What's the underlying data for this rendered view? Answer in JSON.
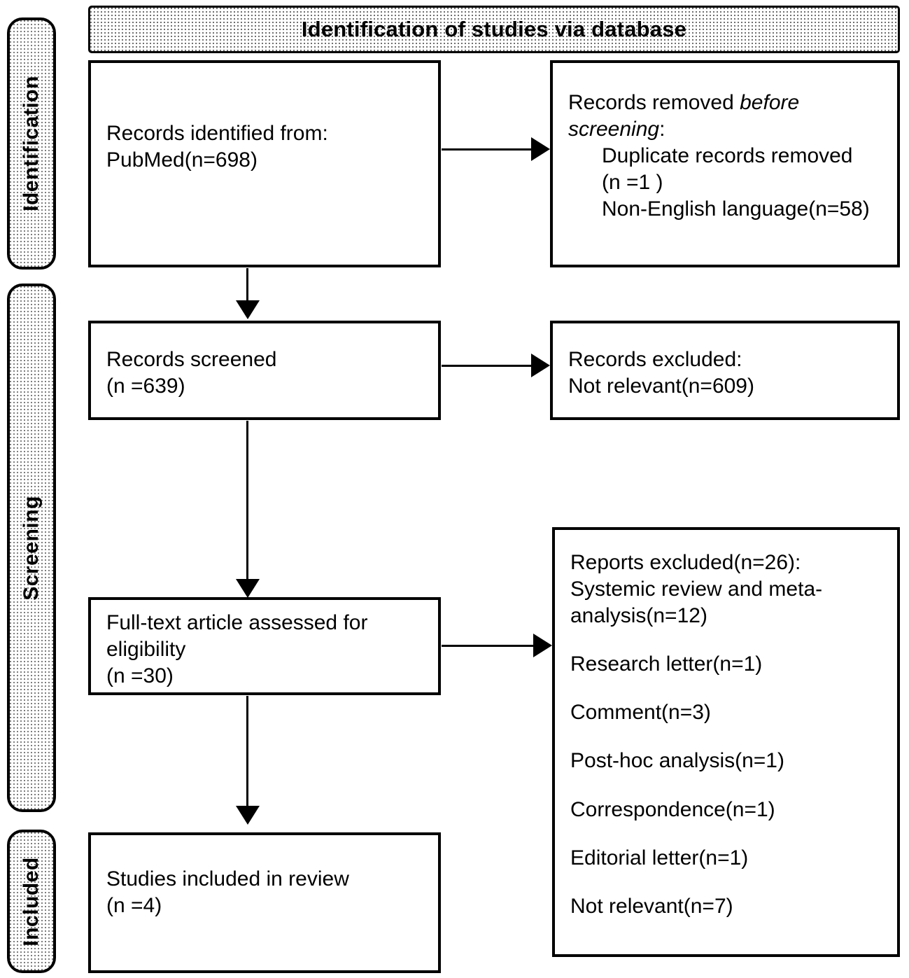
{
  "banner": {
    "title": "Identification of studies via database"
  },
  "stages": [
    {
      "id": "identification",
      "label": "Identification"
    },
    {
      "id": "screening",
      "label": "Screening"
    },
    {
      "id": "included",
      "label": "Included"
    }
  ],
  "boxes": {
    "identified": {
      "lines": [
        {
          "text": "Records identified from:"
        },
        {
          "text": "PubMed(n=698)"
        }
      ]
    },
    "removed_before_screening": {
      "lines": [
        {
          "text": "Records removed ",
          "italic_tail": "before"
        },
        {
          "italic_head": "screening",
          "text": ":"
        },
        {
          "text": "Duplicate records removed",
          "indent": true
        },
        {
          "text": "(n =1 )",
          "indent": true
        },
        {
          "text": "Non-English language(n=58)",
          "indent": true
        }
      ]
    },
    "screened": {
      "lines": [
        {
          "text": "Records screened"
        },
        {
          "text": "(n =639)"
        }
      ]
    },
    "records_excluded": {
      "lines": [
        {
          "text": "Records excluded:"
        },
        {
          "text": "Not relevant(n=609)"
        }
      ]
    },
    "fulltext_assessed": {
      "lines": [
        {
          "text": "Full-text article assessed for"
        },
        {
          "text": "eligibility"
        },
        {
          "text": "(n =30)"
        }
      ]
    },
    "reports_excluded": {
      "lines": [
        {
          "text": "Reports excluded(n=26):"
        },
        {
          "text": "Systemic review and meta-"
        },
        {
          "text": "analysis(n=12)"
        },
        {
          "text": "Research letter(n=1)",
          "gap": true
        },
        {
          "text": "Comment(n=3)",
          "gap": true
        },
        {
          "text": "Post-hoc analysis(n=1)",
          "gap": true
        },
        {
          "text": "Correspondence(n=1)",
          "gap": true
        },
        {
          "text": "Editorial letter(n=1)",
          "gap": true
        },
        {
          "text": "Not relevant(n=7)",
          "gap": true
        }
      ]
    },
    "studies_included": {
      "lines": [
        {
          "text": "Studies included in review"
        },
        {
          "text": "(n =4)"
        }
      ]
    }
  },
  "colors": {
    "line": "#000000",
    "fill": "#ffffff",
    "pattern_dot": "#7d7d7d"
  }
}
